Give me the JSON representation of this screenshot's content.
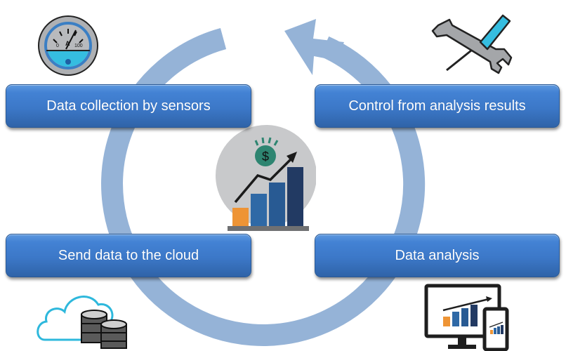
{
  "diagram": {
    "type": "cycle",
    "steps": [
      {
        "id": "step-1",
        "label": "Data collection by sensors",
        "icon": "ammeter-gauge-icon"
      },
      {
        "id": "step-2",
        "label": "Control from analysis results",
        "icon": "wrench-screwdriver-icon"
      },
      {
        "id": "step-3",
        "label": "Send data to the cloud",
        "icon": "cloud-database-icon"
      },
      {
        "id": "step-4",
        "label": "Data analysis",
        "icon": "monitor-phone-chart-icon"
      }
    ],
    "center_icon": "growth-chart-dollar-icon",
    "cycle_direction": "counter-clockwise",
    "gauge": {
      "min_label": "0",
      "unit_label": "A",
      "max_label": "100"
    },
    "coin_symbol": "$"
  },
  "colors": {
    "ring": "#95b3d7",
    "button": "#3c78c8",
    "button_text": "#ffffff",
    "accent_cyan": "#2eb8dc",
    "bar_orange": "#ee9435",
    "bar_blue_1": "#2f69a6",
    "bar_blue_2": "#285a93",
    "bar_navy": "#223a63",
    "coin_green": "#2e8571",
    "circle_gray": "#c8c9cb"
  }
}
